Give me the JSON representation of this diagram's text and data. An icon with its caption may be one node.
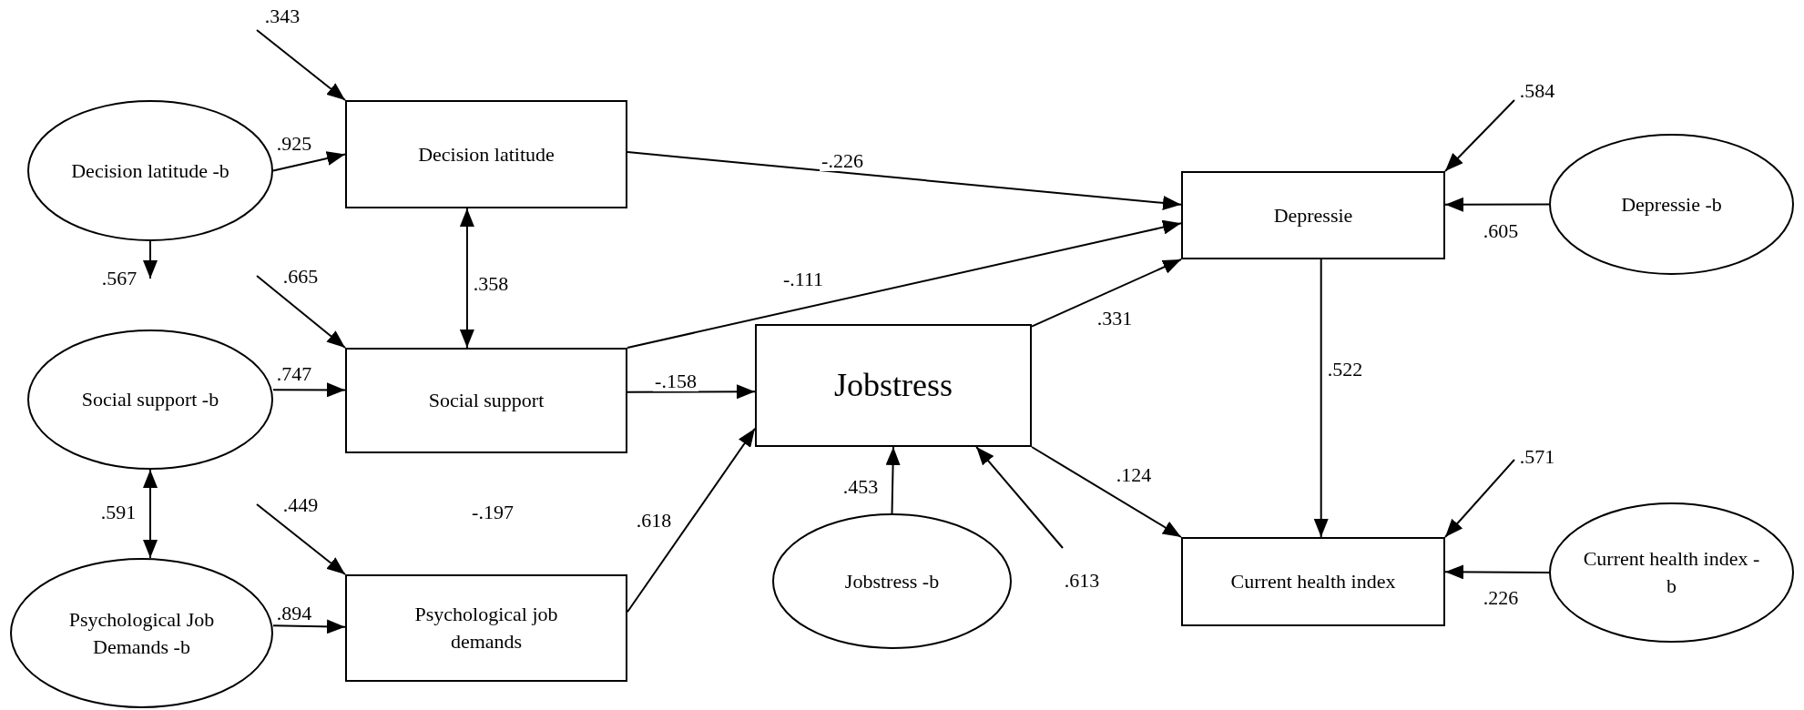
{
  "diagram": {
    "nodes": [
      {
        "text": [
          "Decision latitude -b"
        ]
      },
      {
        "text": [
          "Decision latitude"
        ]
      },
      {
        "text": [
          "Social support -b"
        ]
      },
      {
        "text": [
          "Social support"
        ]
      },
      {
        "text": [
          "Psychological Job Demands -b"
        ]
      },
      {
        "text": [
          "Psychological job demands"
        ]
      },
      {
        "text": [
          "Jobstress"
        ]
      },
      {
        "text": [
          "Jobstress -b"
        ]
      },
      {
        "text": [
          "Depressie"
        ]
      },
      {
        "text": [
          "Depressie -b"
        ]
      },
      {
        "text": [
          "Current health index"
        ]
      },
      {
        "text": [
          "Current health index -b"
        ]
      }
    ],
    "edges": [
      {
        "from": null,
        "to": 1,
        "arrow": "to",
        "label": ".343"
      },
      {
        "from": 0,
        "to": 1,
        "arrow": "to",
        "label": ".925"
      },
      {
        "from": 0,
        "to": null,
        "arrow": "to",
        "label": ".567"
      },
      {
        "from": null,
        "to": 3,
        "arrow": "to",
        "label": ".665"
      },
      {
        "from": 2,
        "to": 3,
        "arrow": "to",
        "label": ".747"
      },
      {
        "from": 2,
        "to": 4,
        "arrow": "both",
        "label": ".591"
      },
      {
        "from": null,
        "to": 5,
        "arrow": "to",
        "label": ".449"
      },
      {
        "from": 4,
        "to": 5,
        "arrow": "to",
        "label": ".894"
      },
      {
        "from": 1,
        "to": 3,
        "arrow": "both",
        "label": ".358"
      },
      {
        "from": 1,
        "to": 8,
        "arrow": "to",
        "label": "-.226"
      },
      {
        "from": 3,
        "to": 8,
        "arrow": "to",
        "label": "-.111"
      },
      {
        "from": 3,
        "to": 6,
        "arrow": "to",
        "label": "-.158"
      },
      {
        "from": 5,
        "to": 6,
        "arrow": "to",
        "label": ".618"
      },
      {
        "from": 7,
        "to": 6,
        "arrow": "to",
        "label": ".453"
      },
      {
        "from": null,
        "to": 6,
        "arrow": "to",
        "label": ".613"
      },
      {
        "from": 6,
        "to": 8,
        "arrow": "to",
        "label": ".331"
      },
      {
        "from": null,
        "to": 8,
        "arrow": "to",
        "label": ".584"
      },
      {
        "from": 9,
        "to": 8,
        "arrow": "to",
        "label": ".605"
      },
      {
        "from": 8,
        "to": 10,
        "arrow": "to",
        "label": ".522"
      },
      {
        "from": 6,
        "to": 10,
        "arrow": "to",
        "label": ".124"
      },
      {
        "from": null,
        "to": 10,
        "arrow": "to",
        "label": ".571"
      },
      {
        "from": 11,
        "to": 10,
        "arrow": "to",
        "label": ".226"
      }
    ],
    "labels": [
      "-.197"
    ]
  }
}
